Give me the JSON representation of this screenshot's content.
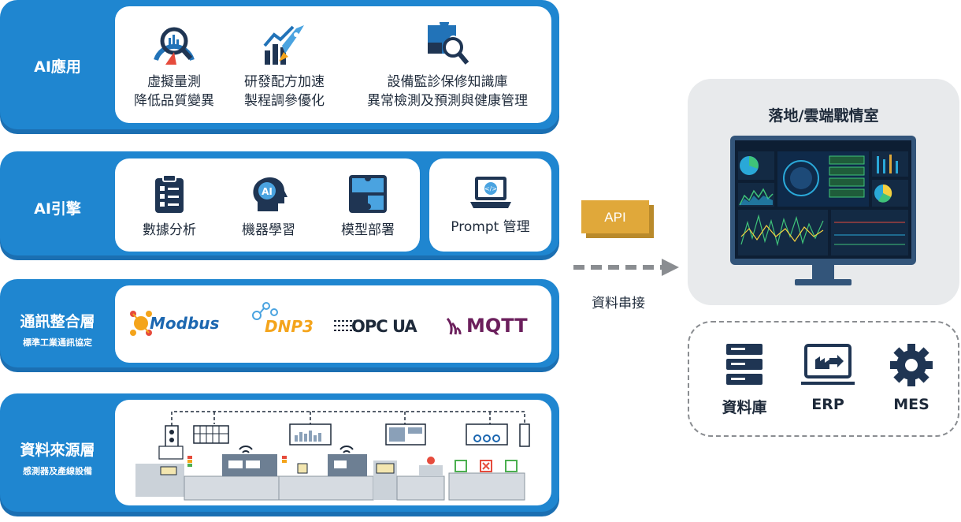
{
  "layers": {
    "ai_app": {
      "label": "AI應用",
      "features": [
        {
          "line1": "虛擬量測",
          "line2": "降低品質變異",
          "icon": "magnifier-chart-icon"
        },
        {
          "line1": "研發配方加速",
          "line2": "製程調參優化",
          "icon": "rocket-chart-icon"
        },
        {
          "line1": "設備監診保修知識庫",
          "line2": "異常檢測及預測與健康管理",
          "icon": "puzzle-magnifier-icon"
        }
      ]
    },
    "ai_engine": {
      "label": "AI引擎",
      "features": [
        {
          "text": "數據分析",
          "icon": "clipboard-checklist-icon"
        },
        {
          "text": "機器學習",
          "icon": "ai-head-icon"
        },
        {
          "text": "模型部署",
          "icon": "puzzle-icon"
        }
      ],
      "prompt": {
        "text": "Prompt 管理",
        "icon": "laptop-gear-icon"
      }
    },
    "comm": {
      "label": "通訊整合層",
      "sublabel": "標準工業通訊協定",
      "protocols": [
        "Modbus",
        "DNP3",
        "OPC UA",
        "MQTT"
      ]
    },
    "source": {
      "label": "資料來源層",
      "sublabel": "感測器及產線設備"
    }
  },
  "api": {
    "label": "API",
    "link_label": "資料串接"
  },
  "war_room": {
    "title": "落地/雲端戰情室"
  },
  "systems": [
    {
      "label": "資料庫",
      "icon": "server-icon"
    },
    {
      "label": "ERP",
      "icon": "erp-laptop-icon"
    },
    {
      "label": "MES",
      "icon": "gear-icon"
    }
  ],
  "colors": {
    "band_blue": "#1f86d0",
    "band_light": "#62bdf0",
    "api_gold": "#e0a83a",
    "modbus_blue": "#1c67b0",
    "dnp3_orange": "#f4a41b",
    "mqtt_purple": "#6b1f5c",
    "dark_icon": "#1f3553"
  }
}
